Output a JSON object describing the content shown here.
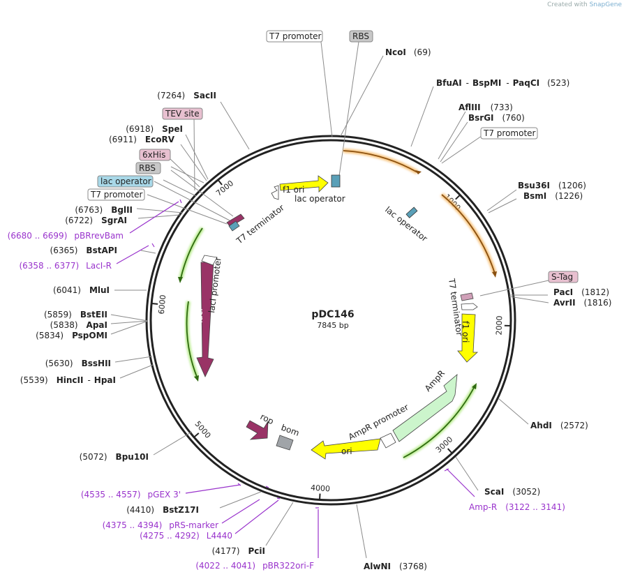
{
  "credit": {
    "prefix": "Created with",
    "brand": "SnapGene"
  },
  "plasmid": {
    "name": "pDC146",
    "length": "7845 bp",
    "total_bp": 7845
  },
  "ticks": [
    {
      "bp": 1000,
      "label": "1000"
    },
    {
      "bp": 2000,
      "label": "2000"
    },
    {
      "bp": 3000,
      "label": "3000"
    },
    {
      "bp": 4000,
      "label": "4000"
    },
    {
      "bp": 5000,
      "label": "5000"
    },
    {
      "bp": 6000,
      "label": "6000"
    },
    {
      "bp": 7000,
      "label": "7000"
    }
  ],
  "features": [
    {
      "id": "lac-operator-top",
      "label": "lac operator",
      "color": "#5aa0b8"
    },
    {
      "id": "f1-ori-left",
      "label": "f1 ori",
      "color": "#ffff00"
    },
    {
      "id": "t7-terminator-left",
      "label": "T7 terminator",
      "color": "#ffffff"
    },
    {
      "id": "lac-operator-right",
      "label": "lac operator",
      "color": "#5aa0b8"
    },
    {
      "id": "t7-terminator-right",
      "label": "T7 terminator",
      "color": "#ffffff"
    },
    {
      "id": "f1-ori-right",
      "label": "f1 ori",
      "color": "#ffff00"
    },
    {
      "id": "ampr",
      "label": "AmpR",
      "color": "#ccf5cc"
    },
    {
      "id": "ampr-promoter",
      "label": "AmpR promoter",
      "color": "#ffffff"
    },
    {
      "id": "ori",
      "label": "ori",
      "color": "#ffff00"
    },
    {
      "id": "rop",
      "label": "rop",
      "color": "#993366"
    },
    {
      "id": "bom",
      "label": "bom",
      "color": "#a0a4a8"
    },
    {
      "id": "laci",
      "label": "lacI",
      "color": "#993366"
    },
    {
      "id": "laci-promoter",
      "label": "lacI promoter",
      "color": "#ffffff"
    }
  ],
  "sites": [
    {
      "name": "NcoI",
      "pos": "(69)"
    },
    {
      "name": "BfuAI",
      "pos": "(523)",
      "alts": [
        "BspMI",
        "PaqCI"
      ]
    },
    {
      "name": "AflIII",
      "pos": "(733)"
    },
    {
      "name": "BsrGI",
      "pos": "(760)"
    },
    {
      "name": "Bsu36I",
      "pos": "(1206)"
    },
    {
      "name": "BsmI",
      "pos": "(1226)"
    },
    {
      "name": "PacI",
      "pos": "(1812)"
    },
    {
      "name": "AvrII",
      "pos": "(1816)"
    },
    {
      "name": "AhdI",
      "pos": "(2572)"
    },
    {
      "name": "ScaI",
      "pos": "(3052)"
    },
    {
      "name": "AlwNI",
      "pos": "(3768)"
    },
    {
      "name": "PciI",
      "pos": "(4177)"
    },
    {
      "name": "BstZ17I",
      "pos": "(4410)"
    },
    {
      "name": "Bpu10I",
      "pos": "(5072)"
    },
    {
      "name": "HincII",
      "pos": "(5539)",
      "alts": [
        "HpaI"
      ]
    },
    {
      "name": "BssHII",
      "pos": "(5630)"
    },
    {
      "name": "PspOMI",
      "pos": "(5834)"
    },
    {
      "name": "ApaI",
      "pos": "(5838)"
    },
    {
      "name": "BstEII",
      "pos": "(5859)"
    },
    {
      "name": "MluI",
      "pos": "(6041)"
    },
    {
      "name": "BstAPI",
      "pos": "(6365)"
    },
    {
      "name": "SgrAI",
      "pos": "(6722)"
    },
    {
      "name": "BglII",
      "pos": "(6763)"
    },
    {
      "name": "EcoRV",
      "pos": "(6911)"
    },
    {
      "name": "SpeI",
      "pos": "(6918)"
    },
    {
      "name": "SacII",
      "pos": "(7264)"
    }
  ],
  "primers": [
    {
      "name": "Amp-R",
      "range": "(3122 .. 3141)"
    },
    {
      "name": "pGEX 3'",
      "range": "(4535 .. 4557)"
    },
    {
      "name": "pRS-marker",
      "range": "(4375 .. 4394)"
    },
    {
      "name": "L4440",
      "range": "(4275 .. 4292)"
    },
    {
      "name": "pBR322ori-F",
      "range": "(4022 .. 4041)"
    },
    {
      "name": "LacI-R",
      "range": "(6358 .. 6377)"
    },
    {
      "name": "pBRrevBam",
      "range": "(6680 .. 6699)"
    }
  ],
  "boxed_labels": [
    {
      "id": "t7-promoter-top",
      "text": "T7 promoter",
      "fill": "#ffffff"
    },
    {
      "id": "rbs-top",
      "text": "RBS",
      "fill": "#c8c8c8"
    },
    {
      "id": "t7-promoter-right",
      "text": "T7 promoter",
      "fill": "#ffffff"
    },
    {
      "id": "s-tag",
      "text": "S-Tag",
      "fill": "#e8c0d0"
    },
    {
      "id": "tev-site",
      "text": "TEV site",
      "fill": "#e8c0d0"
    },
    {
      "id": "6xhis",
      "text": "6xHis",
      "fill": "#e8c0d0"
    },
    {
      "id": "rbs-left",
      "text": "RBS",
      "fill": "#c8c8c8"
    },
    {
      "id": "lac-operator-left",
      "text": "lac operator",
      "fill": "#a8d8e8"
    },
    {
      "id": "t7-promoter-left",
      "text": "T7 promoter",
      "fill": "#ffffff"
    }
  ]
}
